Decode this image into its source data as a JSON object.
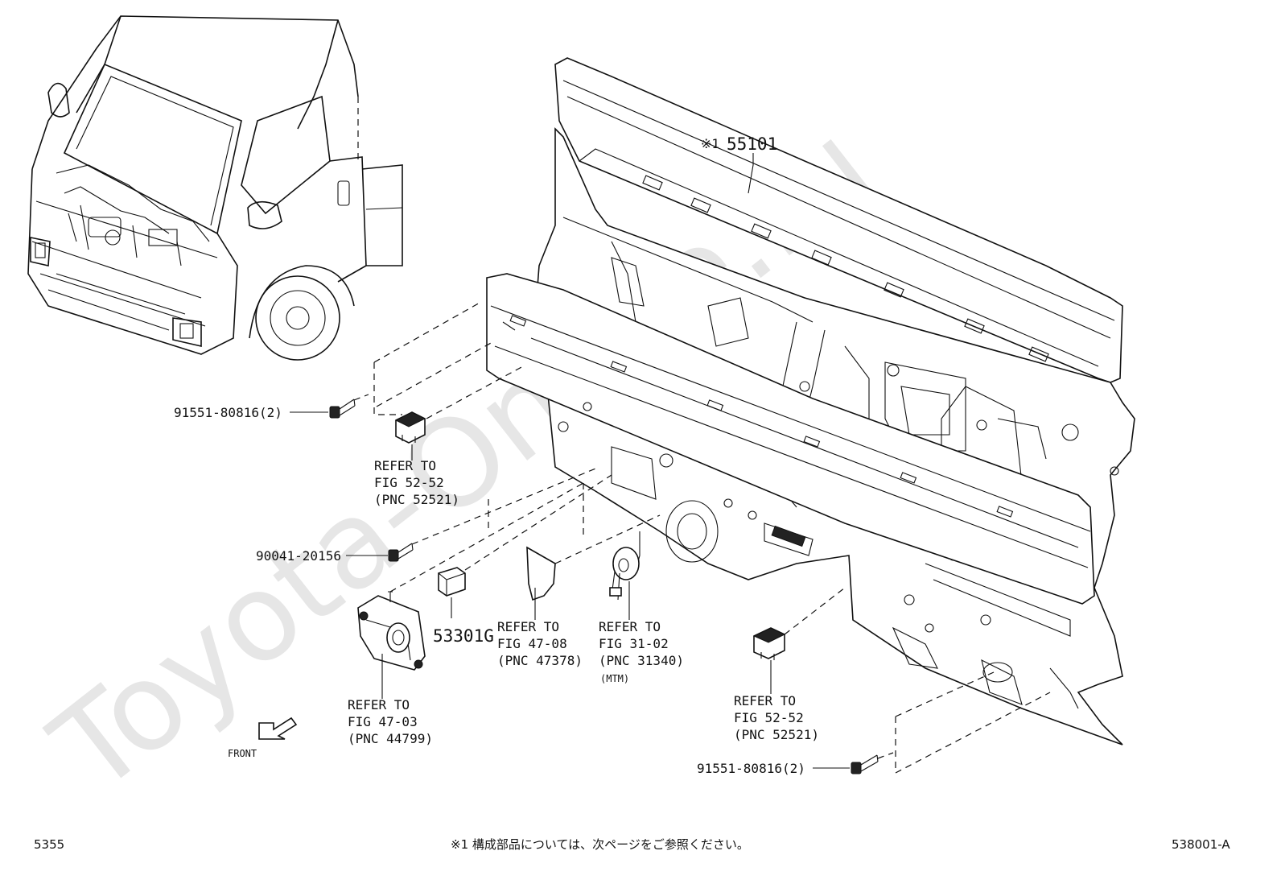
{
  "watermark": "Toyota-Online.ru",
  "callouts": {
    "main_panel_mark": "※1",
    "main_panel_pnc": "55101",
    "bolt_top": "91551-80816(2)",
    "grommet_top_ref": [
      "REFER TO",
      "FIG 52-52",
      "(PNC 52521)"
    ],
    "bolt_mid": "90041-20156",
    "pad": "53301G",
    "bracket_ref": [
      "REFER TO",
      "FIG 47-03",
      "(PNC 44799)"
    ],
    "insulator_ref": [
      "REFER TO",
      "FIG 47-08",
      "(PNC 47378)"
    ],
    "grommet_cable_ref": [
      "REFER TO",
      "FIG 31-02",
      "(PNC 31340)"
    ],
    "grommet_cable_note": "(MTM)",
    "grommet_bottom_ref": [
      "REFER TO",
      "FIG 52-52",
      "(PNC 52521)"
    ],
    "bolt_bottom": "91551-80816(2)",
    "front_label": "FRONT"
  },
  "footer": {
    "page_left": "5355",
    "note": "※1 構成部品については、次ページをご参照ください。",
    "figure_id": "538001-A"
  }
}
